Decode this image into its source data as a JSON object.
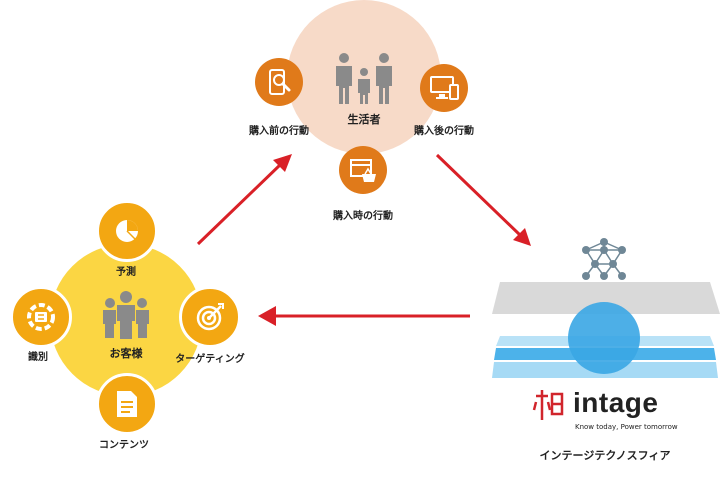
{
  "colors": {
    "consumer_circle": "#f7dac8",
    "dark_orange": "#e07a1a",
    "customer_circle": "#fbd643",
    "gold": "#f3a712",
    "arrow_red": "#d92027",
    "gray_person": "#8a8a8a",
    "blue_light": "#a6daf5",
    "blue_mid": "#3aa6e4",
    "network": "#6f8796",
    "logo_red": "#d1252c"
  },
  "consumer": {
    "center_label": "生活者",
    "before_label": "購入前の行動",
    "after_label": "購入後の行動",
    "during_label": "購入時の行動"
  },
  "customer": {
    "center_label": "お客様",
    "forecast_label": "予測",
    "targeting_label": "ターゲティング",
    "content_label": "コンテンツ",
    "identify_label": "識別"
  },
  "intage": {
    "logo_text": "intage",
    "tagline": "Know today, Power tomorrow",
    "company_name": "インテージテクノスフィア"
  }
}
